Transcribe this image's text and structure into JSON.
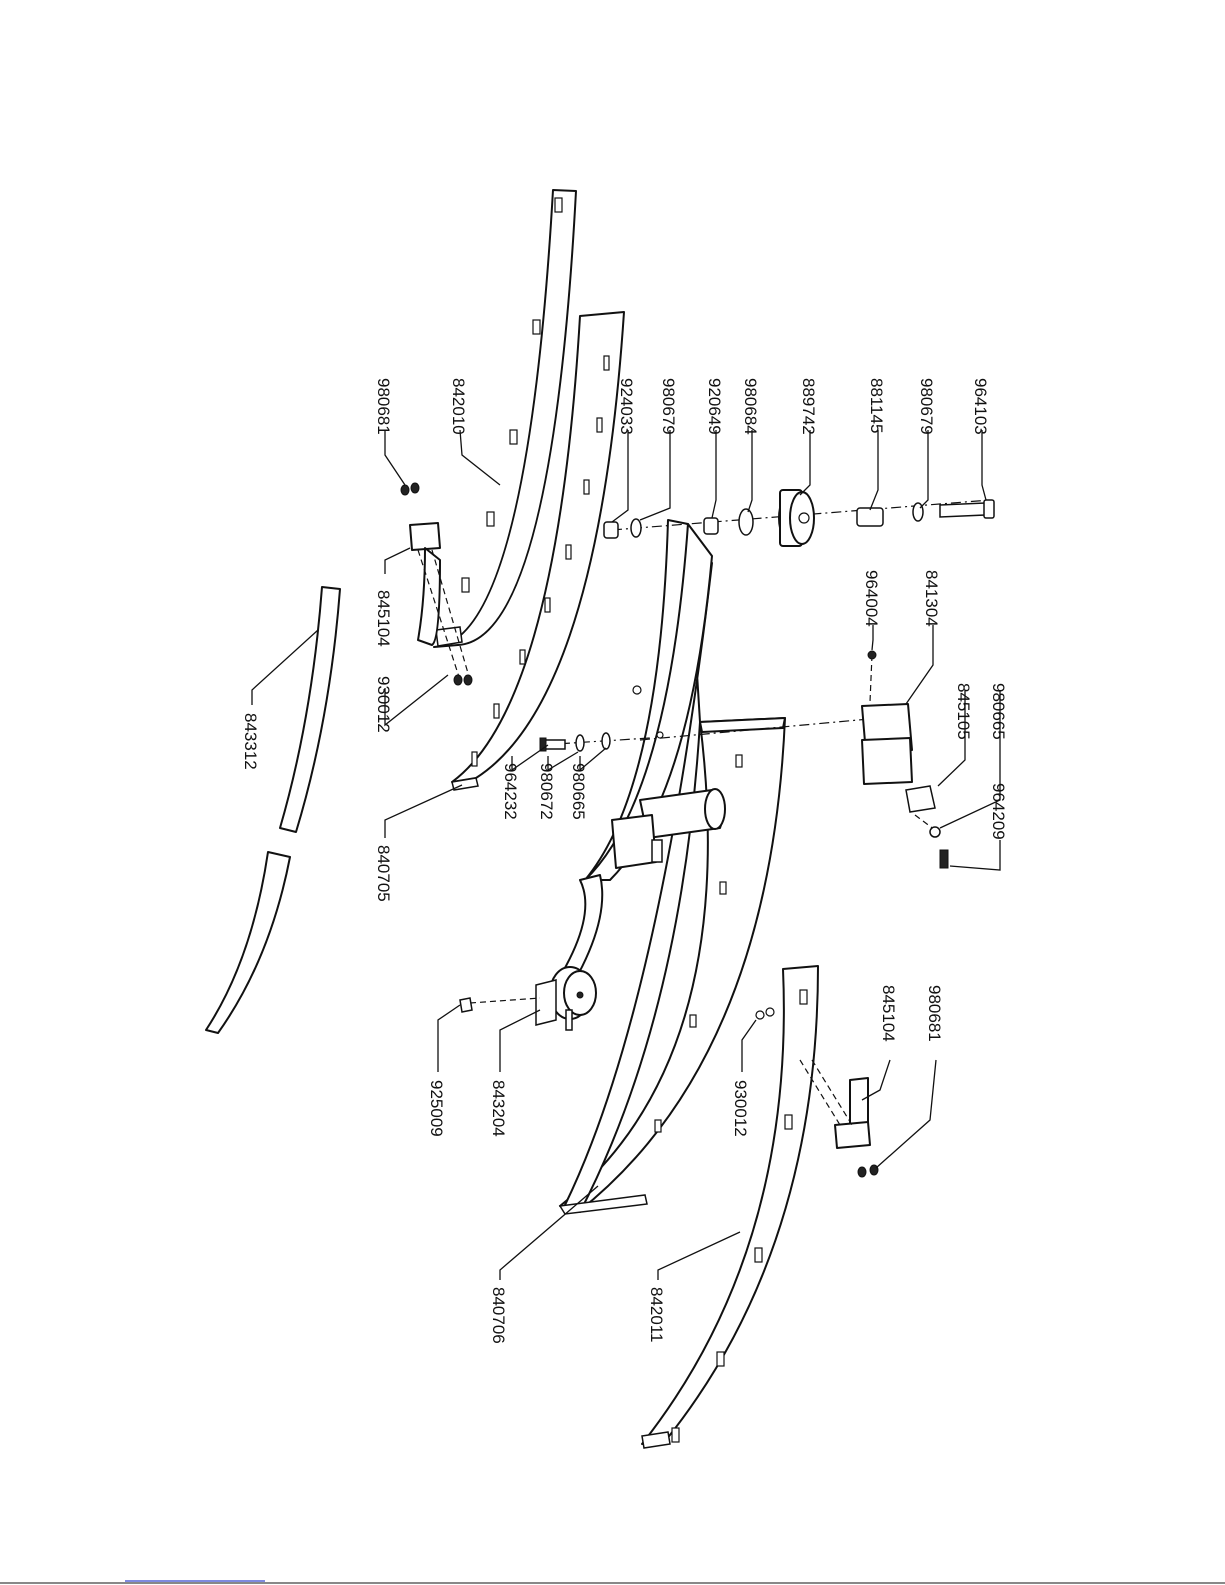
{
  "colors": {
    "line": "#111111",
    "background": "#ffffff",
    "link": "#3344cc"
  },
  "labels": [
    {
      "id": "p964103",
      "text": "964103"
    },
    {
      "id": "p980679a",
      "text": "980679"
    },
    {
      "id": "p881145",
      "text": "881145"
    },
    {
      "id": "p889742",
      "text": "889742"
    },
    {
      "id": "p980684",
      "text": "980684"
    },
    {
      "id": "p920649",
      "text": "920649"
    },
    {
      "id": "p980679b",
      "text": "980679"
    },
    {
      "id": "p924033",
      "text": "924033"
    },
    {
      "id": "p842010",
      "text": "842010"
    },
    {
      "id": "p980681a",
      "text": "980681"
    },
    {
      "id": "p845104a",
      "text": "845104"
    },
    {
      "id": "p843312",
      "text": "843312"
    },
    {
      "id": "p930012a",
      "text": "930012"
    },
    {
      "id": "p840705",
      "text": "840705"
    },
    {
      "id": "p964232",
      "text": "964232"
    },
    {
      "id": "p980672",
      "text": "980672"
    },
    {
      "id": "p980665a",
      "text": "980665"
    },
    {
      "id": "p964004",
      "text": "964004"
    },
    {
      "id": "p841304",
      "text": "841304"
    },
    {
      "id": "p845105",
      "text": "845105"
    },
    {
      "id": "p980665b",
      "text": "980665"
    },
    {
      "id": "p964209",
      "text": "964209"
    },
    {
      "id": "p925009",
      "text": "925009"
    },
    {
      "id": "p843204",
      "text": "843204"
    },
    {
      "id": "p930012b",
      "text": "930012"
    },
    {
      "id": "p845104b",
      "text": "845104"
    },
    {
      "id": "p980681b",
      "text": "980681"
    },
    {
      "id": "p840706",
      "text": "840706"
    },
    {
      "id": "p842011",
      "text": "842011"
    }
  ]
}
